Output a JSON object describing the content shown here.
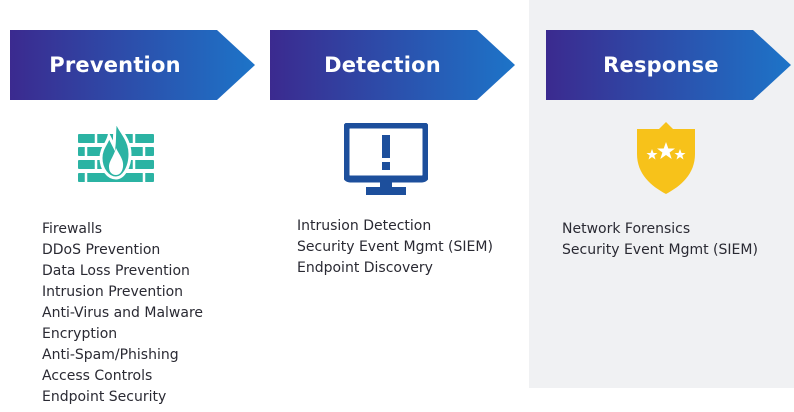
{
  "stages": [
    {
      "label": "Prevention",
      "icon": "firewall-flame-icon",
      "items": [
        "Firewalls",
        "DDoS Prevention",
        "Data Loss Prevention",
        "Intrusion Prevention",
        "Anti-Virus and Malware",
        "Encryption",
        "Anti-Spam/Phishing",
        "Access Controls",
        "Endpoint Security"
      ]
    },
    {
      "label": "Detection",
      "icon": "monitor-alert-icon",
      "items": [
        "Intrusion Detection",
        "Security Event Mgmt (SIEM)",
        "Endpoint Discovery"
      ]
    },
    {
      "label": "Response",
      "icon": "shield-stars-icon",
      "items": [
        "Network Forensics",
        "Security Event Mgmt (SIEM)"
      ]
    }
  ],
  "colors": {
    "arrow_start": "#3b2a8f",
    "arrow_end": "#1d74c8",
    "firewall_icon": "#2bb3a3",
    "monitor_icon": "#1d4f9c",
    "shield_icon": "#f7c21a",
    "response_panel": "#f0f1f3"
  }
}
